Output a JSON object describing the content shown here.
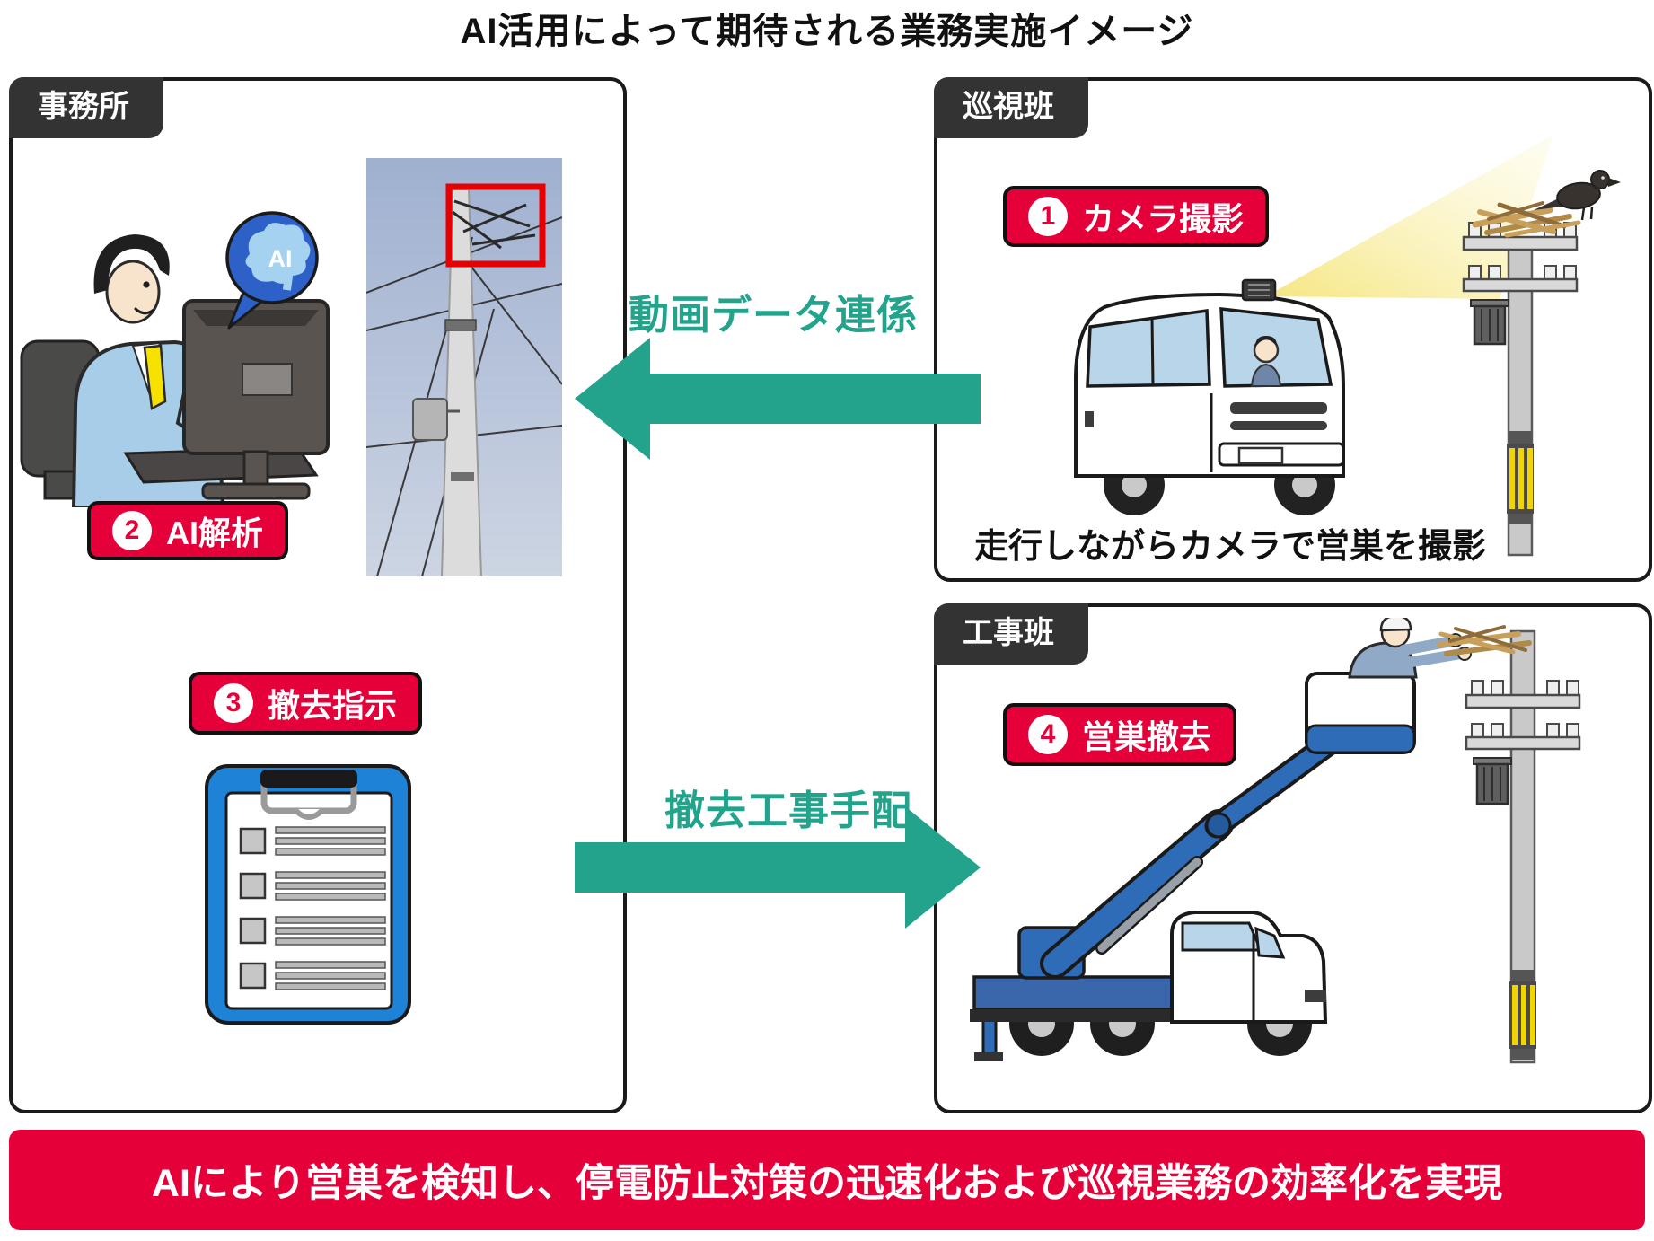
{
  "title": "AI活用によって期待される業務実施イメージ",
  "office": {
    "header": "事務所",
    "step_ai": {
      "number": "2",
      "label": "AI解析"
    },
    "step_order": {
      "number": "3",
      "label": "撤去指示"
    }
  },
  "patrol": {
    "header": "巡視班",
    "step_camera": {
      "number": "1",
      "label": "カメラ撮影"
    },
    "caption": "走行しながらカメラで営巣を撮影"
  },
  "construction": {
    "header": "工事班",
    "step_removal": {
      "number": "4",
      "label": "営巣撤去"
    }
  },
  "arrows": {
    "video_data": "動画データ連係",
    "work_order": "撤去工事手配"
  },
  "ai_bubble": {
    "text": "AI"
  },
  "banner": {
    "text": "AIにより営巣を検知し、停電防止対策の迅速化および巡視業務の効率化を実現"
  },
  "colors": {
    "accent_red": "#e60039",
    "teal": "#23a38b",
    "tab_dark": "#333333",
    "clipboard_blue": "#1e82d6",
    "bubble_blue": "#2d61c8",
    "truck_blue": "#2f6cb8",
    "caution_yellow": "#f2d500"
  }
}
